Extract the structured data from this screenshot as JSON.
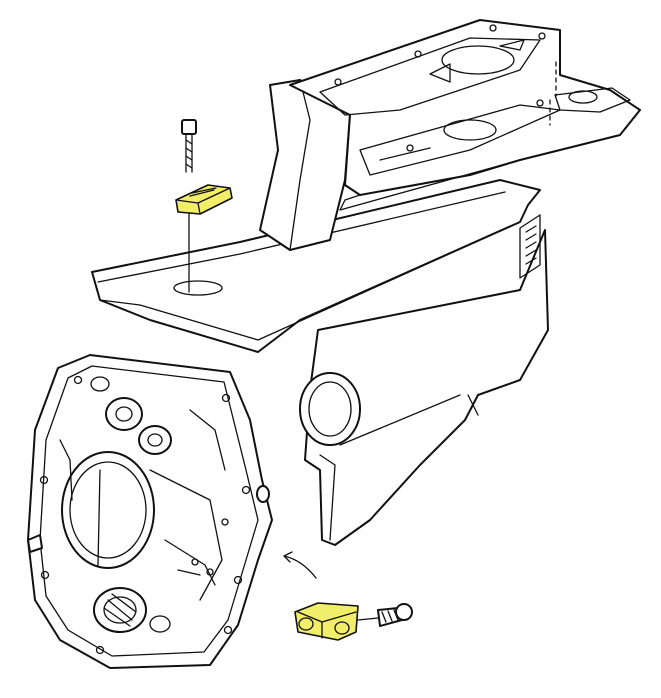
{
  "diagram": {
    "parts": [
      {
        "name": "gearcase",
        "highlight": false
      },
      {
        "name": "gearcase-cover",
        "highlight": false
      },
      {
        "name": "upper-anode",
        "highlight": true
      },
      {
        "name": "upper-screw",
        "highlight": false
      },
      {
        "name": "lower-anode",
        "highlight": true
      },
      {
        "name": "lower-screw",
        "highlight": false
      }
    ],
    "colors": {
      "outline": "#111111",
      "background": "#ffffff",
      "anode_highlight": "#f2ee6a"
    }
  }
}
